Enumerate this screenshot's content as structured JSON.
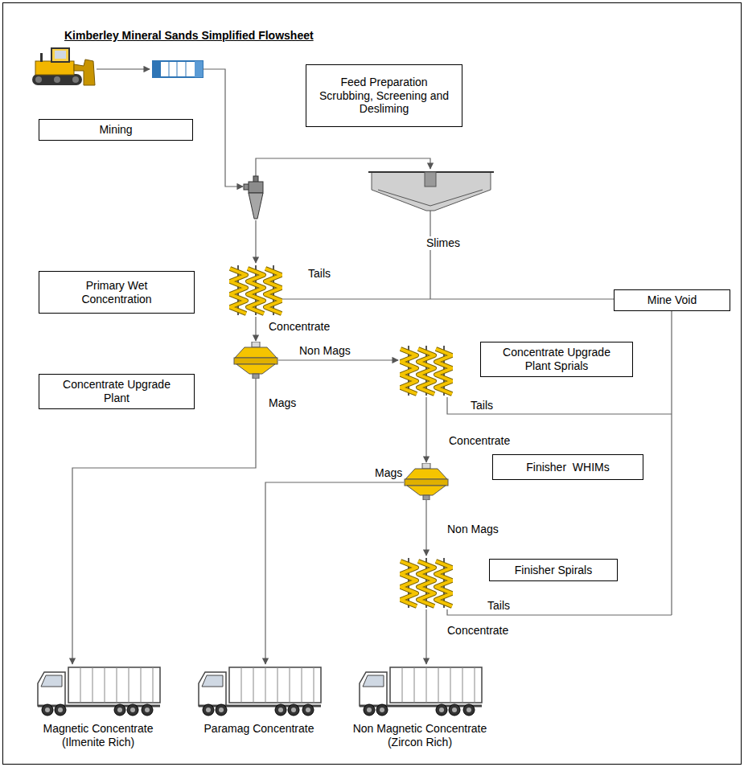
{
  "diagram": {
    "title": "Kimberley Mineral Sands Simplified Flowsheet",
    "nodes": [
      {
        "text": [
          "Feed Preparation Scrubbing, Screening and Desliming"
        ]
      },
      {
        "text": [
          "Mining"
        ]
      },
      {
        "text": [
          "Primary Wet Concentration"
        ]
      },
      {
        "text": [
          "Mine Void"
        ]
      },
      {
        "text": [
          "Concentrate Upgrade Plant Sprials"
        ]
      },
      {
        "text": [
          "Concentrate Upgrade Plant"
        ]
      },
      {
        "text": [
          "Finisher  WHIMs"
        ]
      },
      {
        "text": [
          "Finisher Spirals"
        ]
      }
    ],
    "labels": [
      "Slimes",
      "Tails",
      "Concentrate",
      "Non Mags",
      "Mags",
      "Tails",
      "Concentrate",
      "Mags",
      "Non Mags",
      "Tails",
      "Concentrate",
      "Magnetic Concentrate (Ilmenite Rich)",
      "Paramag Concentrate",
      "Non Magnetic Concentrate (Zircon Rich)"
    ]
  }
}
